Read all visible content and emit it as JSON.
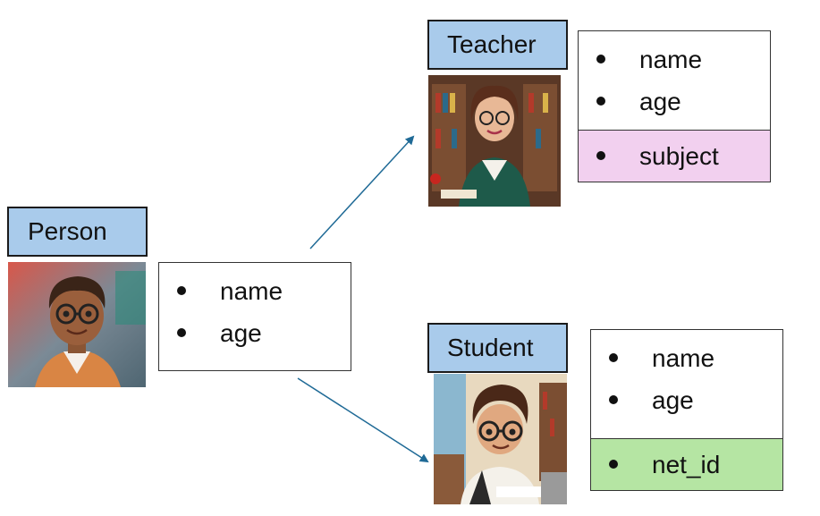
{
  "person": {
    "label": "Person",
    "attributes": [
      "name",
      "age"
    ]
  },
  "teacher": {
    "label": "Teacher",
    "attributes": [
      "name",
      "age"
    ],
    "extra_attribute": "subject",
    "extra_color": "#f2d0ef"
  },
  "student": {
    "label": "Student",
    "attributes": [
      "name",
      "age"
    ],
    "extra_attribute": "net_id",
    "extra_color": "#b5e5a3"
  },
  "colors": {
    "label_fill": "#a9cbeb",
    "arrow": "#1f6a96"
  }
}
